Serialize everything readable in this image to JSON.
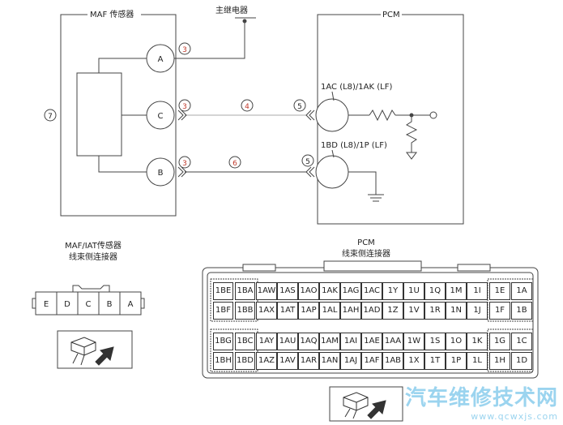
{
  "maf_sensor": {
    "title": "MAF 传感器",
    "pins": [
      "A",
      "C",
      "B"
    ]
  },
  "main_relay": {
    "label": "主继电器"
  },
  "pcm": {
    "title": "PCM",
    "term1": "1AC (L8)/1AK (LF)",
    "term2": "1BD (L8)/1P (LF)"
  },
  "callouts": {
    "c3": "3",
    "c4": "4",
    "c5": "5",
    "c6": "6",
    "c7": "7"
  },
  "maf_connector": {
    "title_line1": "MAF/IAT传感器",
    "title_line2": "线束侧连接器",
    "pins": [
      "E",
      "D",
      "C",
      "B",
      "A"
    ]
  },
  "pcm_connector": {
    "title_line1": "PCM",
    "title_line2": "线束侧连接器",
    "rows": [
      [
        "1BE",
        "1BA",
        "1AW",
        "1AS",
        "1AO",
        "1AK",
        "1AG",
        "1AC",
        "1Y",
        "1U",
        "1Q",
        "1M",
        "1I",
        "1E",
        "1A"
      ],
      [
        "1BF",
        "1BB",
        "1AX",
        "1AT",
        "1AP",
        "1AL",
        "1AH",
        "1AD",
        "1Z",
        "1V",
        "1R",
        "1N",
        "1J",
        "1F",
        "1B"
      ],
      [
        "1BG",
        "1BC",
        "1AY",
        "1AU",
        "1AQ",
        "1AM",
        "1AI",
        "1AE",
        "1AA",
        "1W",
        "1S",
        "1O",
        "1K",
        "1G",
        "1C"
      ],
      [
        "1BH",
        "1BD",
        "1AZ",
        "1AV",
        "1AR",
        "1AN",
        "1AJ",
        "1AF",
        "1AB",
        "1X",
        "1T",
        "1P",
        "1L",
        "1H",
        "1D"
      ]
    ]
  },
  "watermark": {
    "line1": "汽车维修技术网",
    "line2": "www.qcwxjs.com"
  }
}
